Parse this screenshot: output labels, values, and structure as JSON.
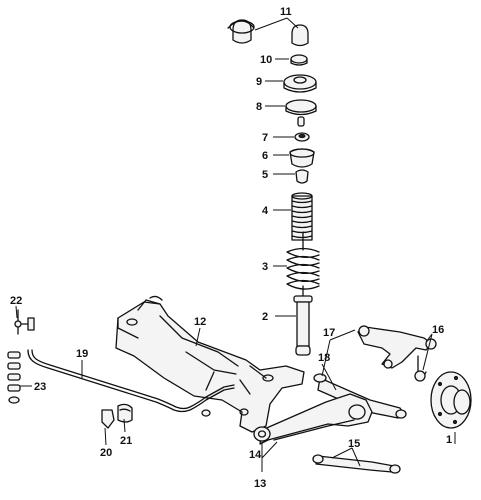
{
  "callouts": [
    "1",
    "2",
    "3",
    "4",
    "5",
    "6",
    "7",
    "8",
    "9",
    "10",
    "11",
    "12",
    "13",
    "14",
    "15",
    "16",
    "17",
    "18",
    "19",
    "20",
    "21",
    "22",
    "23"
  ],
  "colors": {
    "ink": "#111111",
    "background": "#ffffff"
  }
}
